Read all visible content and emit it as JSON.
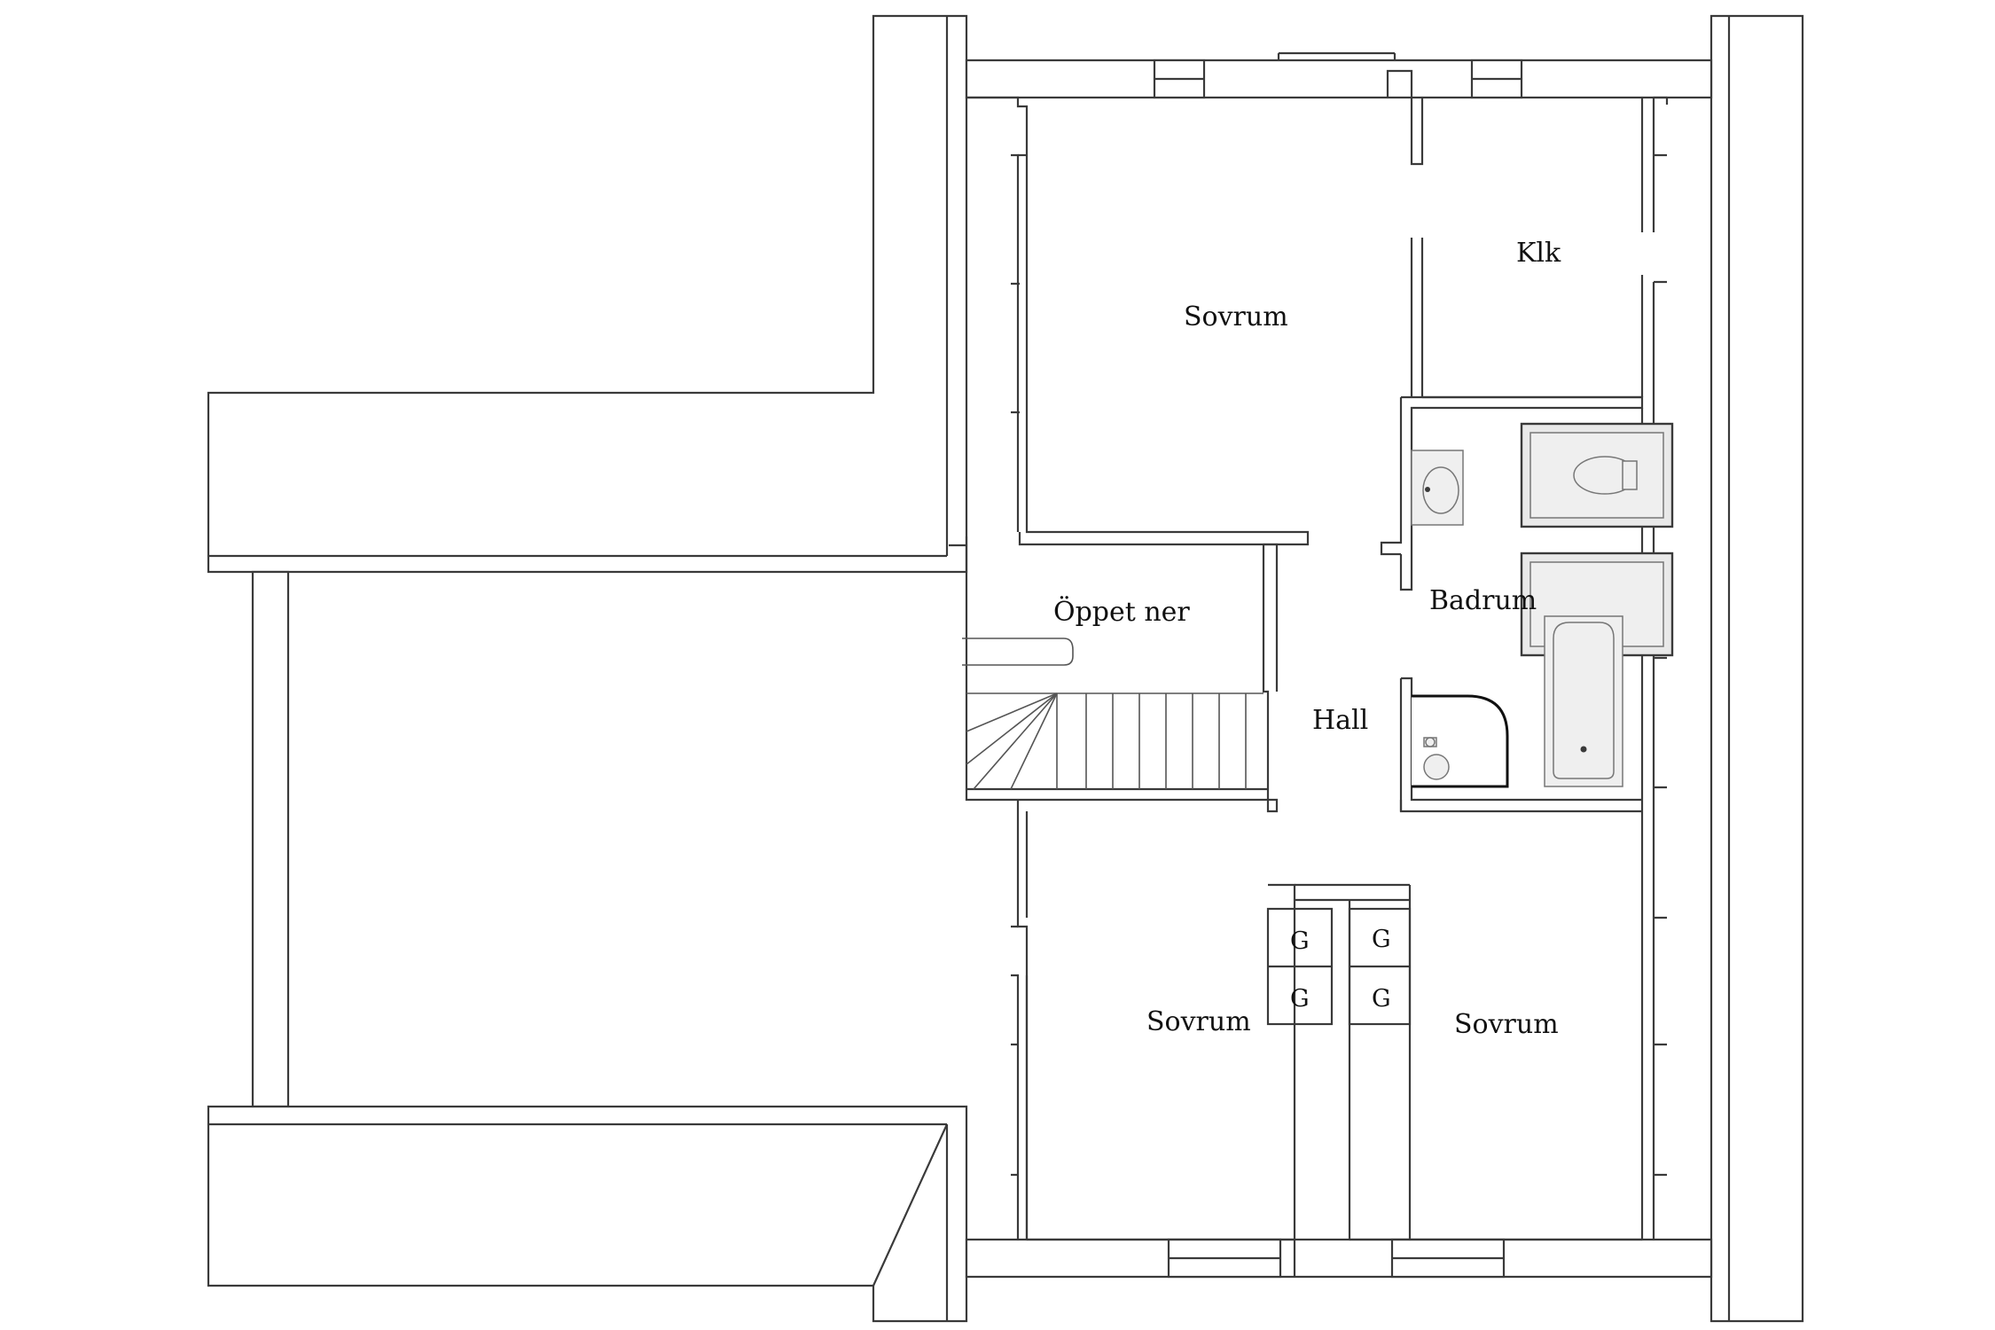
{
  "rooms": {
    "bedroom_top": "Sovrum",
    "walk_in_closet": "Klk",
    "open_below": "Öppet ner",
    "bathroom": "Badrum",
    "hall": "Hall",
    "bedroom_bottom_left": "Sovrum",
    "bedroom_bottom_right": "Sovrum"
  },
  "wardrobes": [
    "G",
    "G",
    "G",
    "G"
  ]
}
